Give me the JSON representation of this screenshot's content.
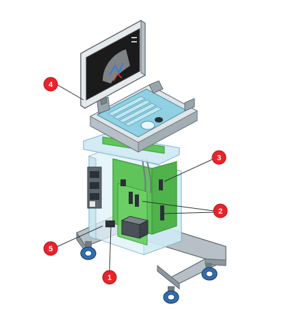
{
  "diagram": {
    "callouts": [
      {
        "label": "1"
      },
      {
        "label": "2"
      },
      {
        "label": "3"
      },
      {
        "label": "4"
      },
      {
        "label": "5"
      }
    ],
    "colors": {
      "callout": "#e8232a",
      "frame": "#9aa6ae",
      "frame_dark": "#6f7a82",
      "glass": "#cfe9f5",
      "board": "#5fc45a",
      "board_dark": "#3d9a3b",
      "wheel": "#2f6fb3",
      "screen": "#1b1b1b",
      "keyboard": "#8fd0e2"
    }
  }
}
